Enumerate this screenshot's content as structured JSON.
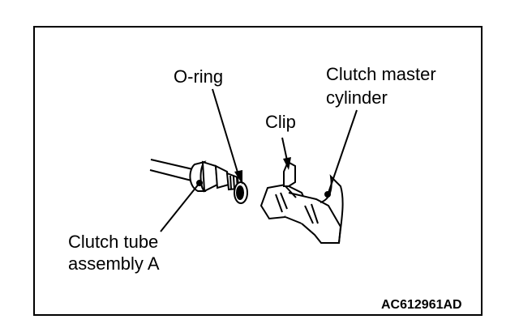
{
  "labels": {
    "o_ring": "O-ring",
    "clutch_master_line1": "Clutch master",
    "clutch_master_line2": "cylinder",
    "clip": "Clip",
    "clutch_tube_line1": "Clutch tube",
    "clutch_tube_line2": "assembly A"
  },
  "figure_code": "AC612961AD",
  "icons": {
    "clutch_tube": "clutch-tube-icon",
    "o_ring": "o-ring-icon",
    "clip": "clip-icon",
    "master_cylinder": "master-cylinder-icon"
  }
}
